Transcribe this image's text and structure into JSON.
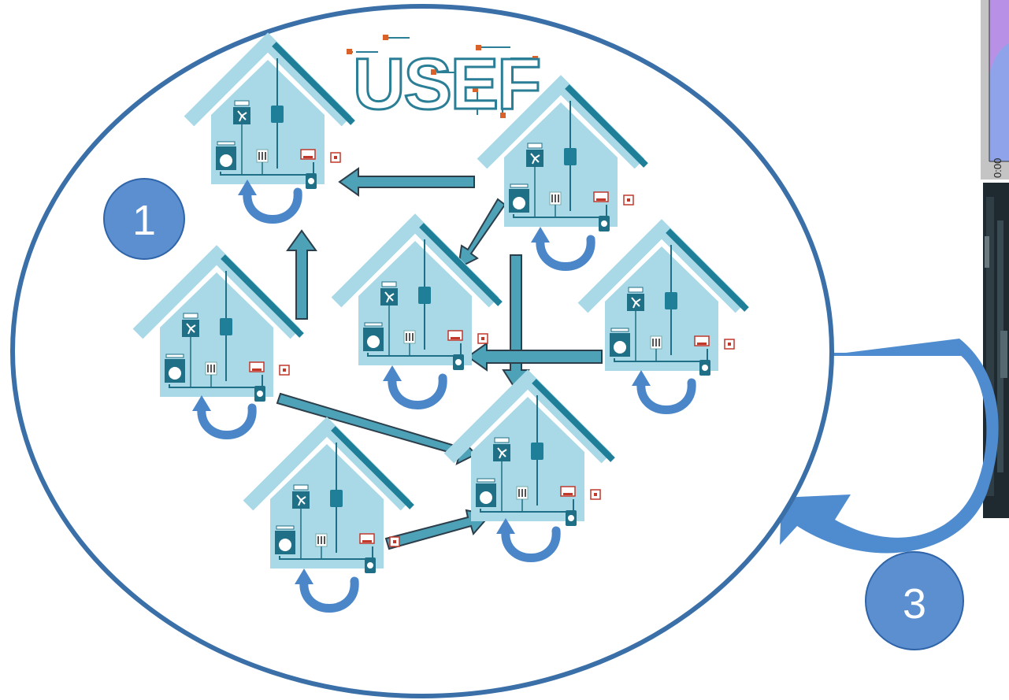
{
  "logo": {
    "text": "USEF"
  },
  "badges": [
    {
      "label": "1"
    },
    {
      "label": "3"
    }
  ],
  "side_panel": {
    "time_tick": "0:00"
  },
  "icon_names": [
    "house-icon",
    "solar-panel-icon",
    "fan-icon",
    "washing-machine-icon",
    "battery-icon",
    "fuse-box-icon",
    "smart-meter-icon",
    "ev-charger-icon",
    "thermostat-icon",
    "self-consumption-loop-icon"
  ],
  "colors": {
    "community_outline": "#3a6fa8",
    "house_fill": "#a9d8e6",
    "house_roof": "#8ccbe0",
    "solar_panel": "#1f7f99",
    "flow_arrow": "#4ea2b8",
    "flow_arrow_outline": "#2c3e4a",
    "loop_arrow": "#4a86c8",
    "badge": "#5b8fd0",
    "logo": "#2a7e95",
    "logo_dots": "#d9622b"
  }
}
